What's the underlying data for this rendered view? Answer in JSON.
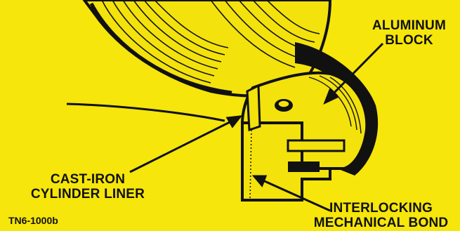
{
  "figure": {
    "background_color": "#f6e60b",
    "ink_color": "#111111"
  },
  "labels": {
    "aluminum_block": [
      "ALUMINUM",
      "BLOCK"
    ],
    "cast_iron_liner": [
      "CAST-IRON",
      "CYLINDER LINER"
    ],
    "interlocking_bond": [
      "INTERLOCKING",
      "MECHANICAL BOND"
    ],
    "figure_code": "TN6-1000b"
  }
}
